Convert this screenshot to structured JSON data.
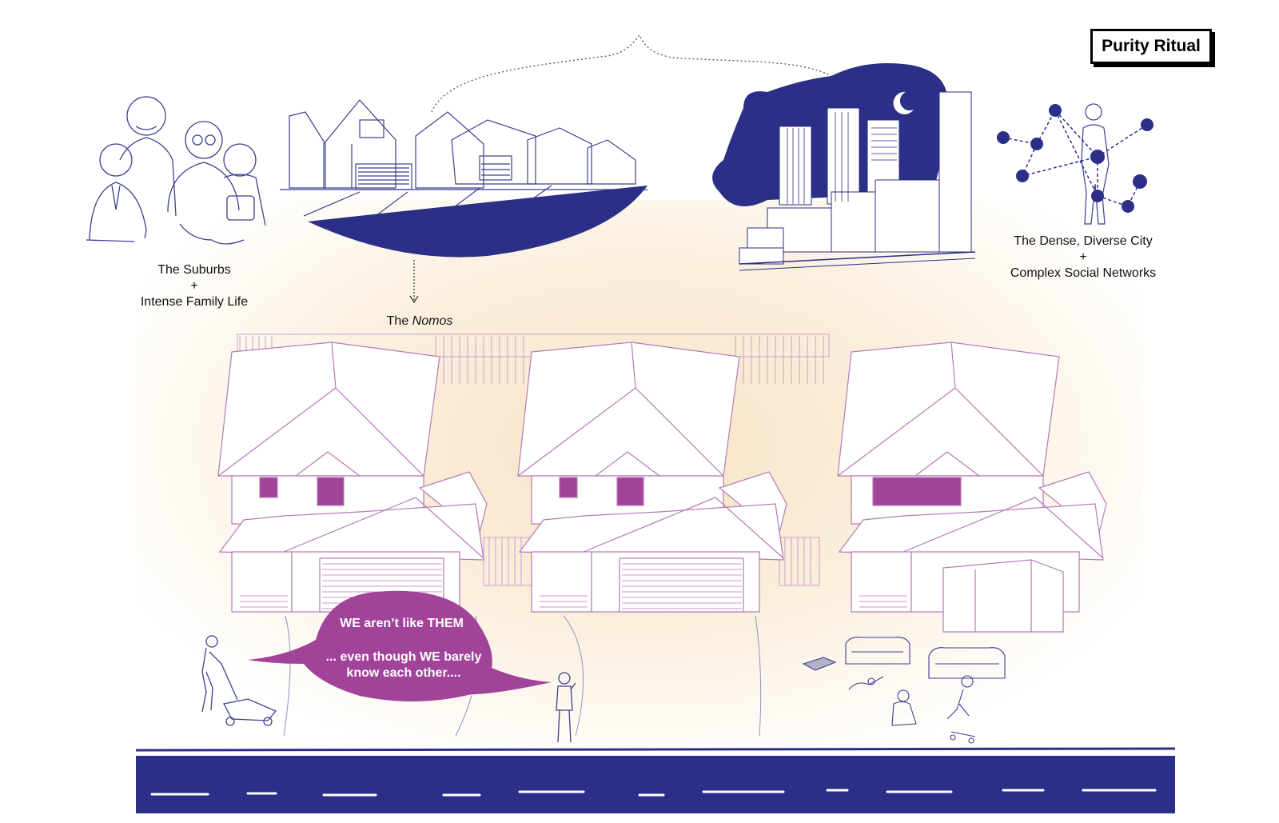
{
  "title": "Purity Ritual",
  "suburbs_label": {
    "line1": "The Suburbs",
    "line2": "+",
    "line3": "Intense Family Life"
  },
  "nomos_label": {
    "prefix": "The ",
    "emphasis": "Nomos"
  },
  "city_label": {
    "line1": "The Dense, Diverse City",
    "line2": "+",
    "line3": "Complex Social Networks"
  },
  "speech_bubble": {
    "line1": "WE aren’t like THEM",
    "line2": "... even though WE barely",
    "line3": "know each other...."
  },
  "colors": {
    "navy": "#2b2f87",
    "magenta": "#a2439a",
    "house_line": "#b67ab8",
    "cream": "#f7e3c4"
  }
}
